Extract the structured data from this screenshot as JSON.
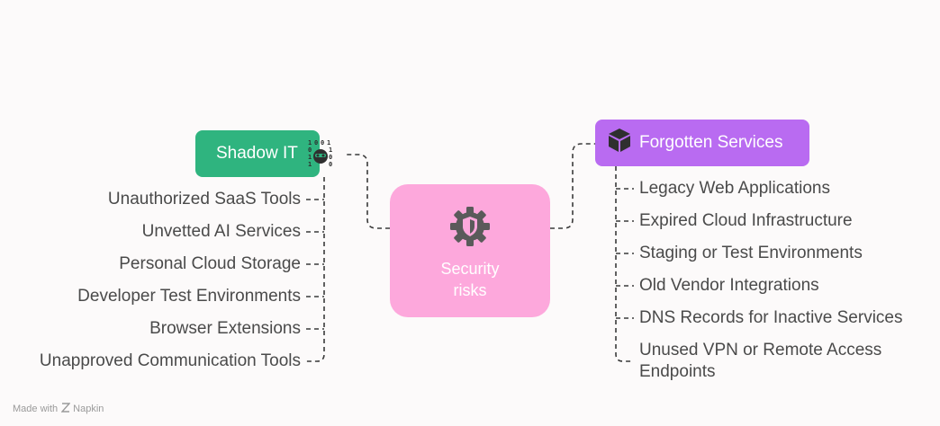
{
  "center": {
    "label": "Security risks",
    "icon": "shield-gear-icon",
    "color": "#fda8dc"
  },
  "left_branch": {
    "title": "Shadow IT",
    "icon": "hacker-binary-icon",
    "color": "#2fb47f",
    "items": [
      "Unauthorized SaaS Tools",
      "Unvetted AI Services",
      "Personal Cloud Storage",
      "Developer Test Environments",
      "Browser Extensions",
      "Unapproved Communication Tools"
    ]
  },
  "right_branch": {
    "title": "Forgotten Services",
    "icon": "box-icon",
    "color": "#b96bf1",
    "items": [
      "Legacy Web Applications",
      "Expired Cloud Infrastructure",
      "Staging or Test Environments",
      "Old Vendor Integrations",
      "DNS Records for Inactive Services",
      "Unused VPN or Remote Access Endpoints"
    ]
  },
  "footer": {
    "made_with": "Made with",
    "brand": "Napkin",
    "icon": "napkin-logo-icon"
  }
}
